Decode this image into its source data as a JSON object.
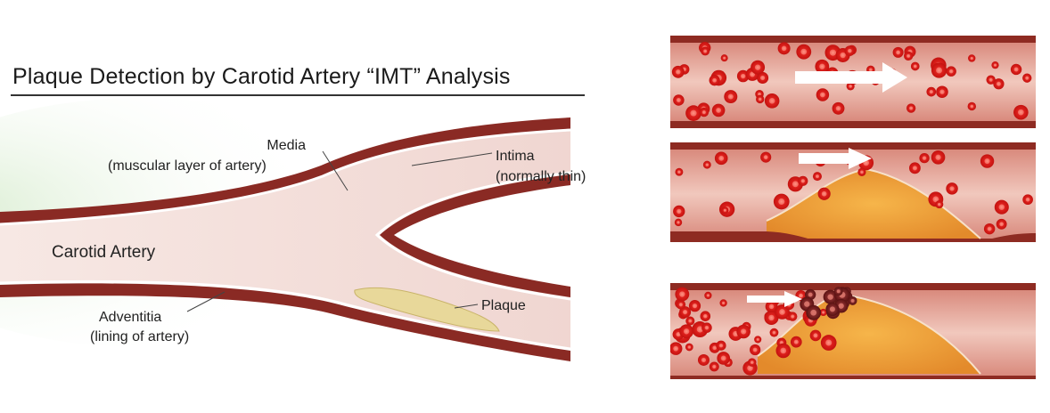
{
  "title": "Plaque Detection by Carotid Artery “IMT” Analysis",
  "labels": {
    "media": "Media",
    "media_sub": "(muscular layer of artery)",
    "intima": "Intima",
    "intima_sub": "(normally thin)",
    "carotid_artery": "Carotid Artery",
    "adventitia": "Adventitia",
    "adventitia_sub": "(lining of artery)",
    "plaque": "Plaque"
  },
  "colors": {
    "vessel_wall": "#8a2a24",
    "lumen": "#f3dcd8",
    "intima_line": "#ffffff",
    "plaque_yellow": "#e8d89a",
    "blood_cell": "#d9201e",
    "plaque_orange": "#eea33a",
    "flow_arrow": "#ffffff"
  }
}
